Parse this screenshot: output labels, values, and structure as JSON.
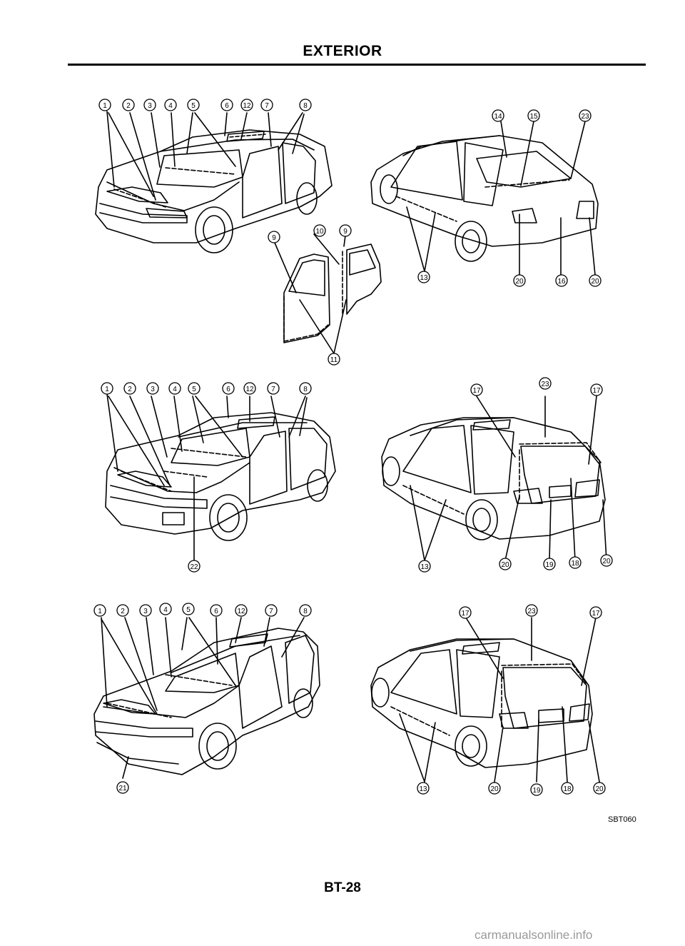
{
  "page": {
    "title": "EXTERIOR",
    "figure_code": "SBT060",
    "page_number": "BT-28",
    "watermark": "carmanualsonline.info"
  },
  "callouts": {
    "front_sedan": [
      "1",
      "2",
      "3",
      "4",
      "5",
      "6",
      "12",
      "7",
      "8"
    ],
    "doors": [
      "9",
      "10",
      "9",
      "11"
    ],
    "rear_sedan": [
      "14",
      "15",
      "23",
      "13",
      "20",
      "16",
      "20"
    ],
    "front_wagon": [
      "1",
      "2",
      "3",
      "4",
      "5",
      "6",
      "12",
      "7",
      "8",
      "22"
    ],
    "rear_wagon": [
      "17",
      "23",
      "17",
      "13",
      "20",
      "19",
      "18",
      "20"
    ],
    "front_hatch": [
      "1",
      "2",
      "3",
      "4",
      "5",
      "6",
      "12",
      "7",
      "8",
      "21"
    ],
    "rear_hatch": [
      "17",
      "23",
      "17",
      "13",
      "20",
      "19",
      "18",
      "20"
    ]
  }
}
